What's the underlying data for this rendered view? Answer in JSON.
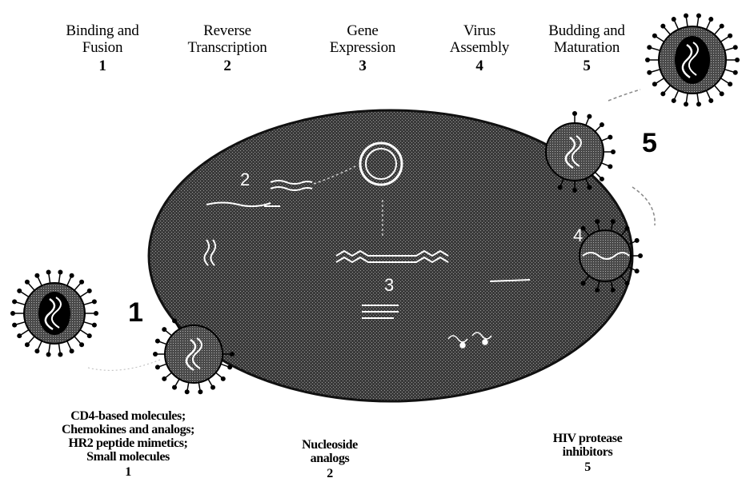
{
  "steps": [
    {
      "line1": "Binding and",
      "line2": "Fusion",
      "number": "1"
    },
    {
      "line1": "Reverse",
      "line2": "Transcription",
      "number": "2"
    },
    {
      "line1": "Gene",
      "line2": "Expression",
      "number": "3"
    },
    {
      "line1": "Virus",
      "line2": "Assembly",
      "number": "4"
    },
    {
      "line1": "Budding and",
      "line2": "Maturation",
      "number": "5"
    }
  ],
  "inline_markers": {
    "step1": "1",
    "step2": "2",
    "step3": "3",
    "step4": "4",
    "step5": "5"
  },
  "drugs": {
    "entry": {
      "lines": [
        "CD4-based molecules;",
        "Chemokines and analogs;",
        "HR2 peptide mimetics;",
        "Small molecules"
      ],
      "number": "1"
    },
    "nucleoside": {
      "lines": [
        "Nucleoside",
        "analogs"
      ],
      "number": "2"
    },
    "protease": {
      "lines": [
        "HIV protease",
        "inhibitors"
      ],
      "number": "5"
    }
  },
  "colors": {
    "cell": "#2a2a2a",
    "virus_shell": "#3a3a3a",
    "ink": "#000000",
    "highlight": "#ffffff"
  }
}
